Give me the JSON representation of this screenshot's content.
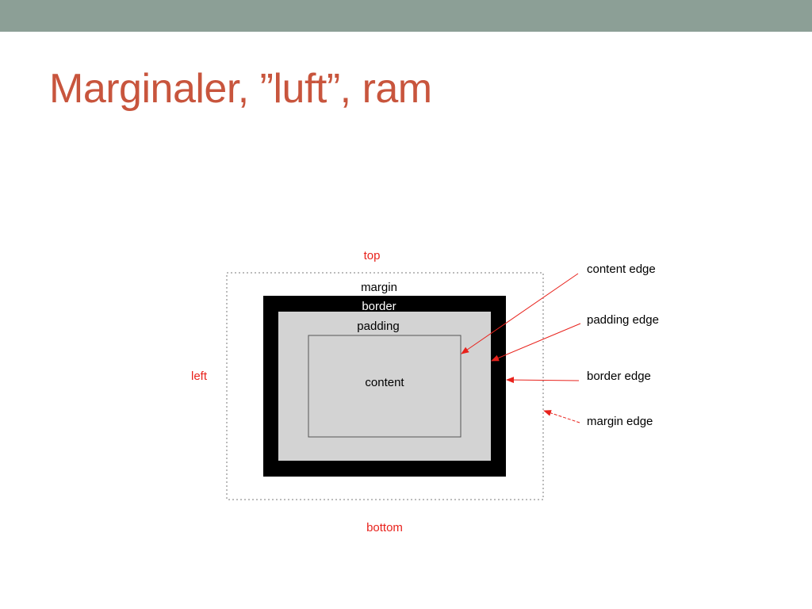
{
  "slide": {
    "title": "Marginaler, ”luft”, ram"
  },
  "colors": {
    "top_bar": "#8c9f96",
    "title": "#c8553d",
    "red_label": "#e8221c",
    "border_fill": "#000000",
    "padding_fill": "#d3d3d3",
    "annotation": "#000000"
  },
  "diagram": {
    "sides": {
      "top": "top",
      "left": "left",
      "bottom": "bottom"
    },
    "box_labels": {
      "margin": "margin",
      "border": "border",
      "padding": "padding",
      "content": "content"
    },
    "edge_labels": {
      "content_edge": "content edge",
      "padding_edge": "padding edge",
      "border_edge": "border edge",
      "margin_edge": "margin edge"
    }
  }
}
